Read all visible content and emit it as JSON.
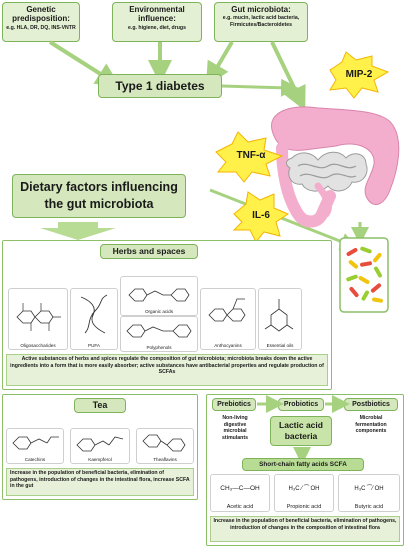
{
  "top_boxes": {
    "genetic": {
      "title": "Genetic predisposition:",
      "detail": "e.g. HLA, DR, DQ, INS-VNTR"
    },
    "environmental": {
      "title": "Environmental influence:",
      "detail": "e.g. higiene, diet, drugs"
    },
    "gut": {
      "title": "Gut microbiota:",
      "detail": "e.g. mucin, lactic acid bacteria, Firmicutes/Bacteroidetes"
    }
  },
  "t1d_label": "Type 1 diabetes",
  "cytokines": {
    "mip2": "MIP-2",
    "tnf": "TNF-α",
    "il6": "IL-6"
  },
  "dietary_title": "Dietary factors influencing the gut microbiota",
  "herbs": {
    "title": "Herbs and spaces",
    "molecules": [
      "Oligosaccharides",
      "PUFA",
      "Organic acids",
      "Polyphenols",
      "Anthocyanins",
      "Essential oils"
    ],
    "note": "Active substances of herbs and spices regulate the composition of gut microbiota; microbiota breaks down the active ingredients into a form that is more easily absorber; active substances have antibacterial properties and regulate production of SCFAs"
  },
  "tea": {
    "title": "Tea",
    "molecules": [
      "Catechins",
      "Kaempferol",
      "Theaflavins"
    ],
    "note": "Increase in the population of beneficial bacteria, elimination of pathogens, introduction of changes in the intestinal flora, increase SCFA in the gut"
  },
  "biotics": {
    "prebiotics": "Prebiotics",
    "probiotics": "Probiotics",
    "postbiotics": "Postbiotics",
    "prebiotics_desc": "Non-living digestive microbial stimulants",
    "lab": "Lactic acid bacteria",
    "postbiotics_desc": "Microbial fermentation components",
    "scfa": "Short-chain fatty acids SCFA",
    "acids": [
      "Acetic acid",
      "Propionic acid",
      "Butyric acid"
    ],
    "note": "Increase in the population of beneficial bacteria, elimination of pathogens, introduction of changes in the composition of intestinal flora"
  },
  "colors": {
    "box_fill": "#e4f0d3",
    "box_border": "#7fb35a",
    "arrow": "#9fcf7a",
    "star": "#fff04a",
    "intestine": "#f2a7c9"
  }
}
